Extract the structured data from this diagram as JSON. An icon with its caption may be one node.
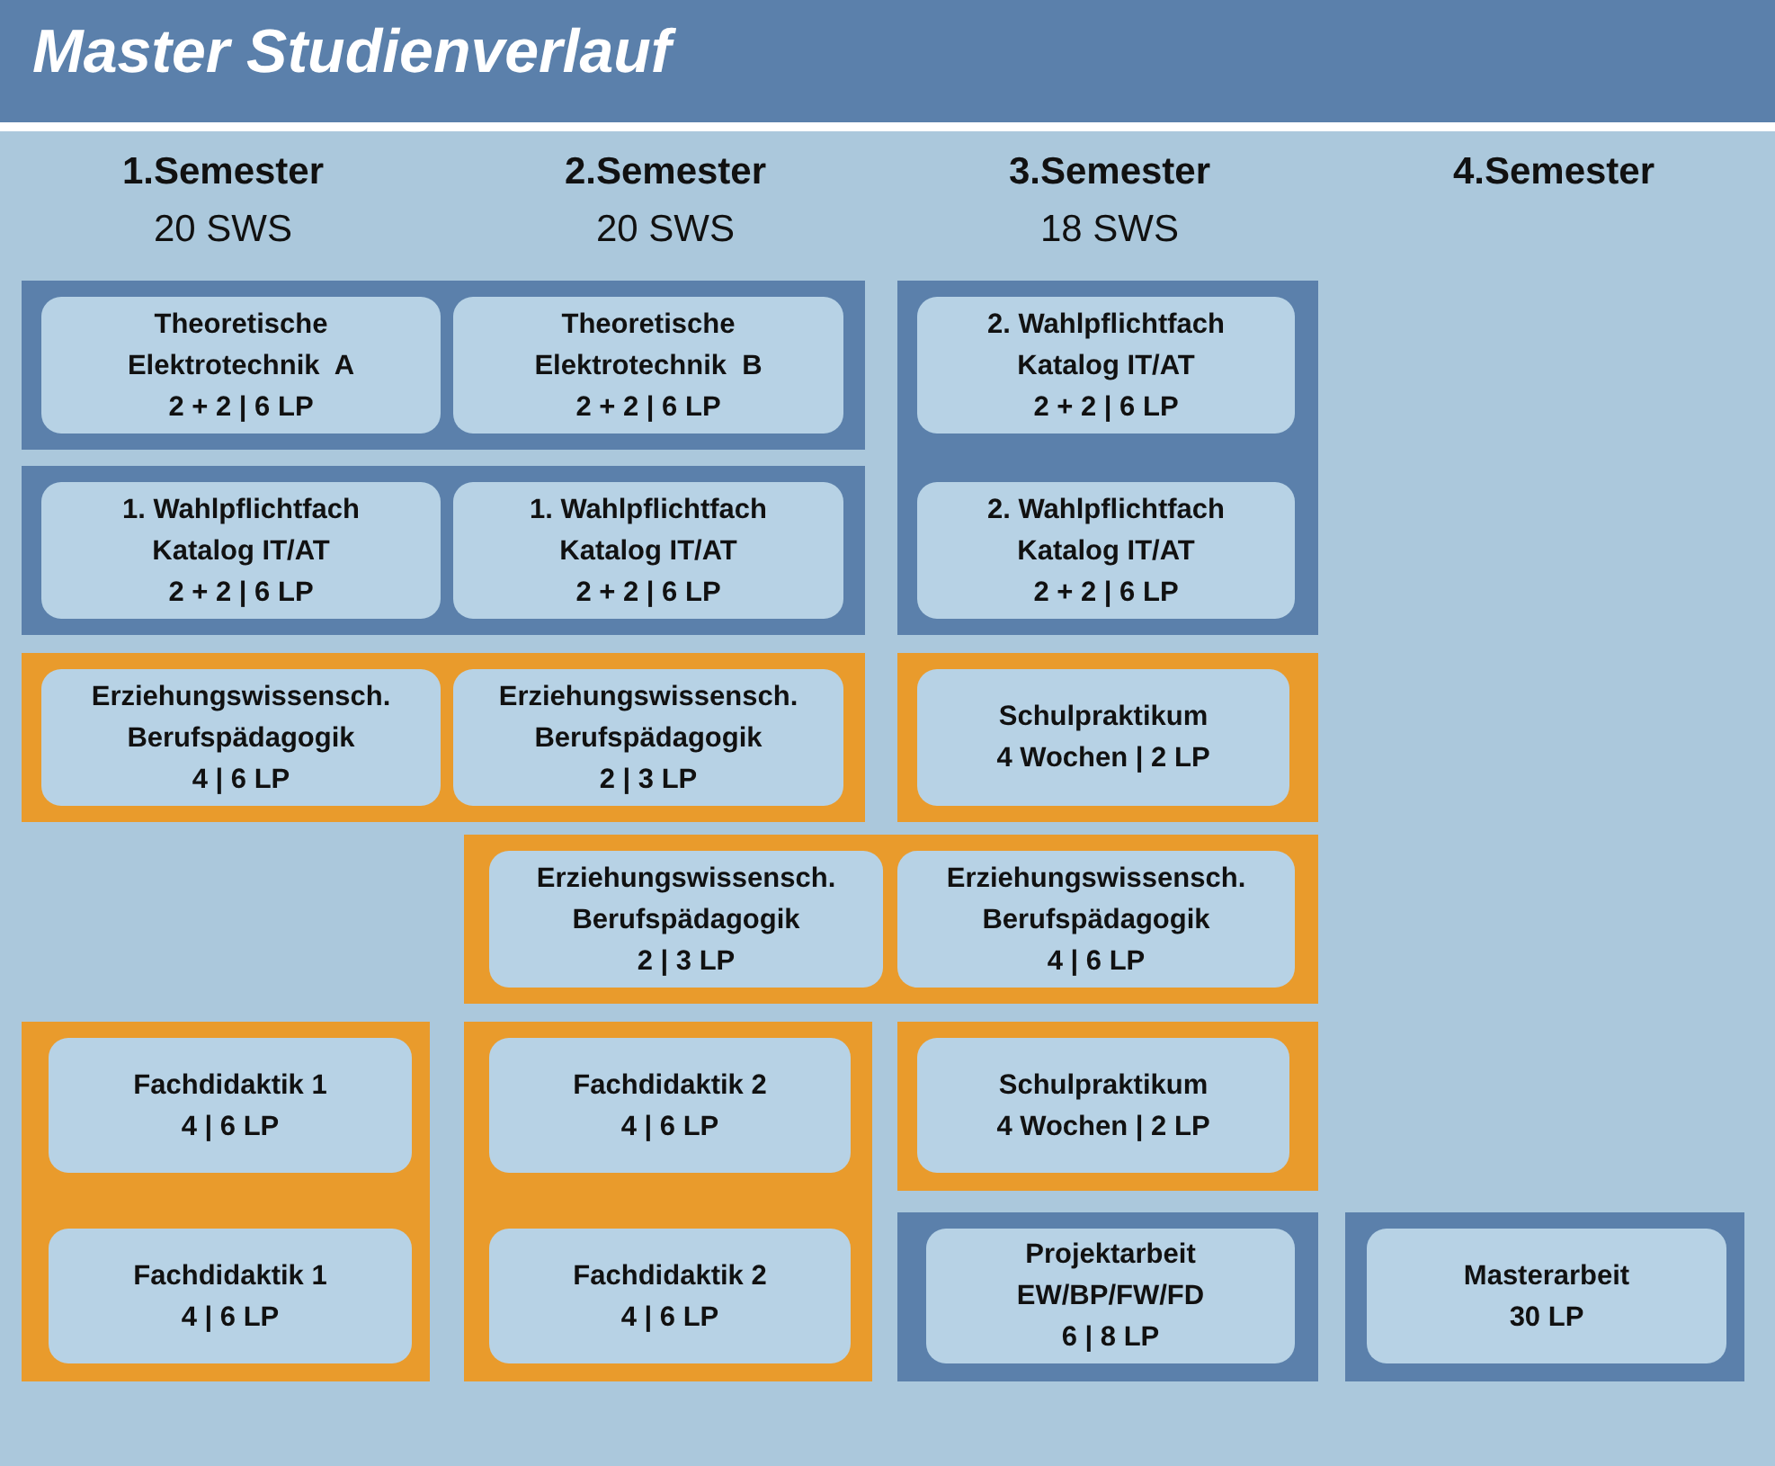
{
  "diagram": {
    "title": "Master Studienverlauf",
    "nodes": [
      {
        "text": [],
        "shape": "box"
      },
      {
        "text": [
          "Theoretische Elektrotechnik  A",
          "2 + 2 | 6 LP"
        ],
        "in": 0
      },
      {
        "text": [
          "Theoretische Elektrotechnik  B",
          "2 + 2 | 6 LP"
        ],
        "in": 0
      },
      {
        "text": [],
        "shape": "box"
      },
      {
        "text": [
          "2. Wahlpflichtfach Katalog IT/AT",
          "2 + 2 | 6 LP"
        ],
        "in": 3
      },
      {
        "text": [
          "2. Wahlpflichtfach Katalog IT/AT",
          "2 + 2 | 6 LP"
        ],
        "in": 3
      },
      {
        "text": [],
        "shape": "box"
      },
      {
        "text": [
          "1. Wahlpflichtfach Katalog IT/AT",
          "2 + 2 | 6 LP"
        ],
        "in": 6
      },
      {
        "text": [
          "1. Wahlpflichtfach Katalog IT/AT",
          "2 + 2 | 6 LP"
        ],
        "in": 6
      },
      {
        "text": [],
        "shape": "box"
      },
      {
        "text": [
          "Erziehungswissensch. Berufspädagogik",
          "4 | 6 LP"
        ],
        "in": 9
      },
      {
        "text": [
          "Erziehungswissensch. Berufspädagogik",
          "2 | 3 LP"
        ],
        "in": 9
      },
      {
        "text": [],
        "shape": "box"
      },
      {
        "text": [
          "Schulpraktikum",
          "4 Wochen | 2 LP"
        ],
        "in": 12
      },
      {
        "text": [],
        "shape": "box"
      },
      {
        "text": [
          "Erziehungswissensch. Berufspädagogik",
          "2 | 3 LP"
        ],
        "in": 14
      },
      {
        "text": [
          "Erziehungswissensch. Berufspädagogik",
          "4 | 6 LP"
        ],
        "in": 14
      },
      {
        "text": [],
        "shape": "box"
      },
      {
        "text": [
          "Fachdidaktik 1",
          "4 | 6 LP"
        ],
        "in": 17
      },
      {
        "text": [
          "Fachdidaktik 1",
          "4 | 6 LP"
        ],
        "in": 17
      },
      {
        "text": [],
        "shape": "box"
      },
      {
        "text": [
          "Fachdidaktik 2",
          "4 | 6 LP"
        ],
        "in": 20
      },
      {
        "text": [
          "Fachdidaktik 2",
          "4 | 6 LP"
        ],
        "in": 20
      },
      {
        "text": [],
        "shape": "box"
      },
      {
        "text": [
          "Schulpraktikum",
          "4 Wochen | 2 LP"
        ],
        "in": 23
      },
      {
        "text": [],
        "shape": "box"
      },
      {
        "text": [
          "Projektarbeit EW/BP/FW/FD",
          "6 | 8 LP"
        ],
        "in": 25
      },
      {
        "text": [],
        "shape": "box"
      },
      {
        "text": [
          "Masterarbeit",
          "30 LP"
        ],
        "in": 27
      }
    ],
    "labels": [
      "1.Semester",
      "20 SWS",
      "2.Semester",
      "20 SWS",
      "3.Semester",
      "18 SWS",
      "4.Semester"
    ]
  }
}
